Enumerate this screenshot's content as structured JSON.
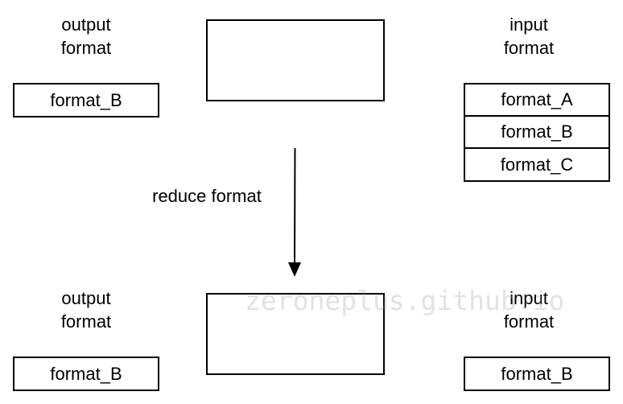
{
  "top": {
    "output_label": [
      "output",
      "format"
    ],
    "input_label": [
      "input",
      "format"
    ],
    "output_formats": [
      "format_B"
    ],
    "input_formats": [
      "format_A",
      "format_B",
      "format_C"
    ]
  },
  "transition": {
    "label": "reduce format"
  },
  "bottom": {
    "output_label": [
      "output",
      "format"
    ],
    "input_label": [
      "input",
      "format"
    ],
    "output_formats": [
      "format_B"
    ],
    "input_formats": [
      "format_B"
    ]
  },
  "watermark": "zeroneplus.github.io",
  "colors": {
    "stroke": "#000000",
    "watermark": "#969696"
  }
}
